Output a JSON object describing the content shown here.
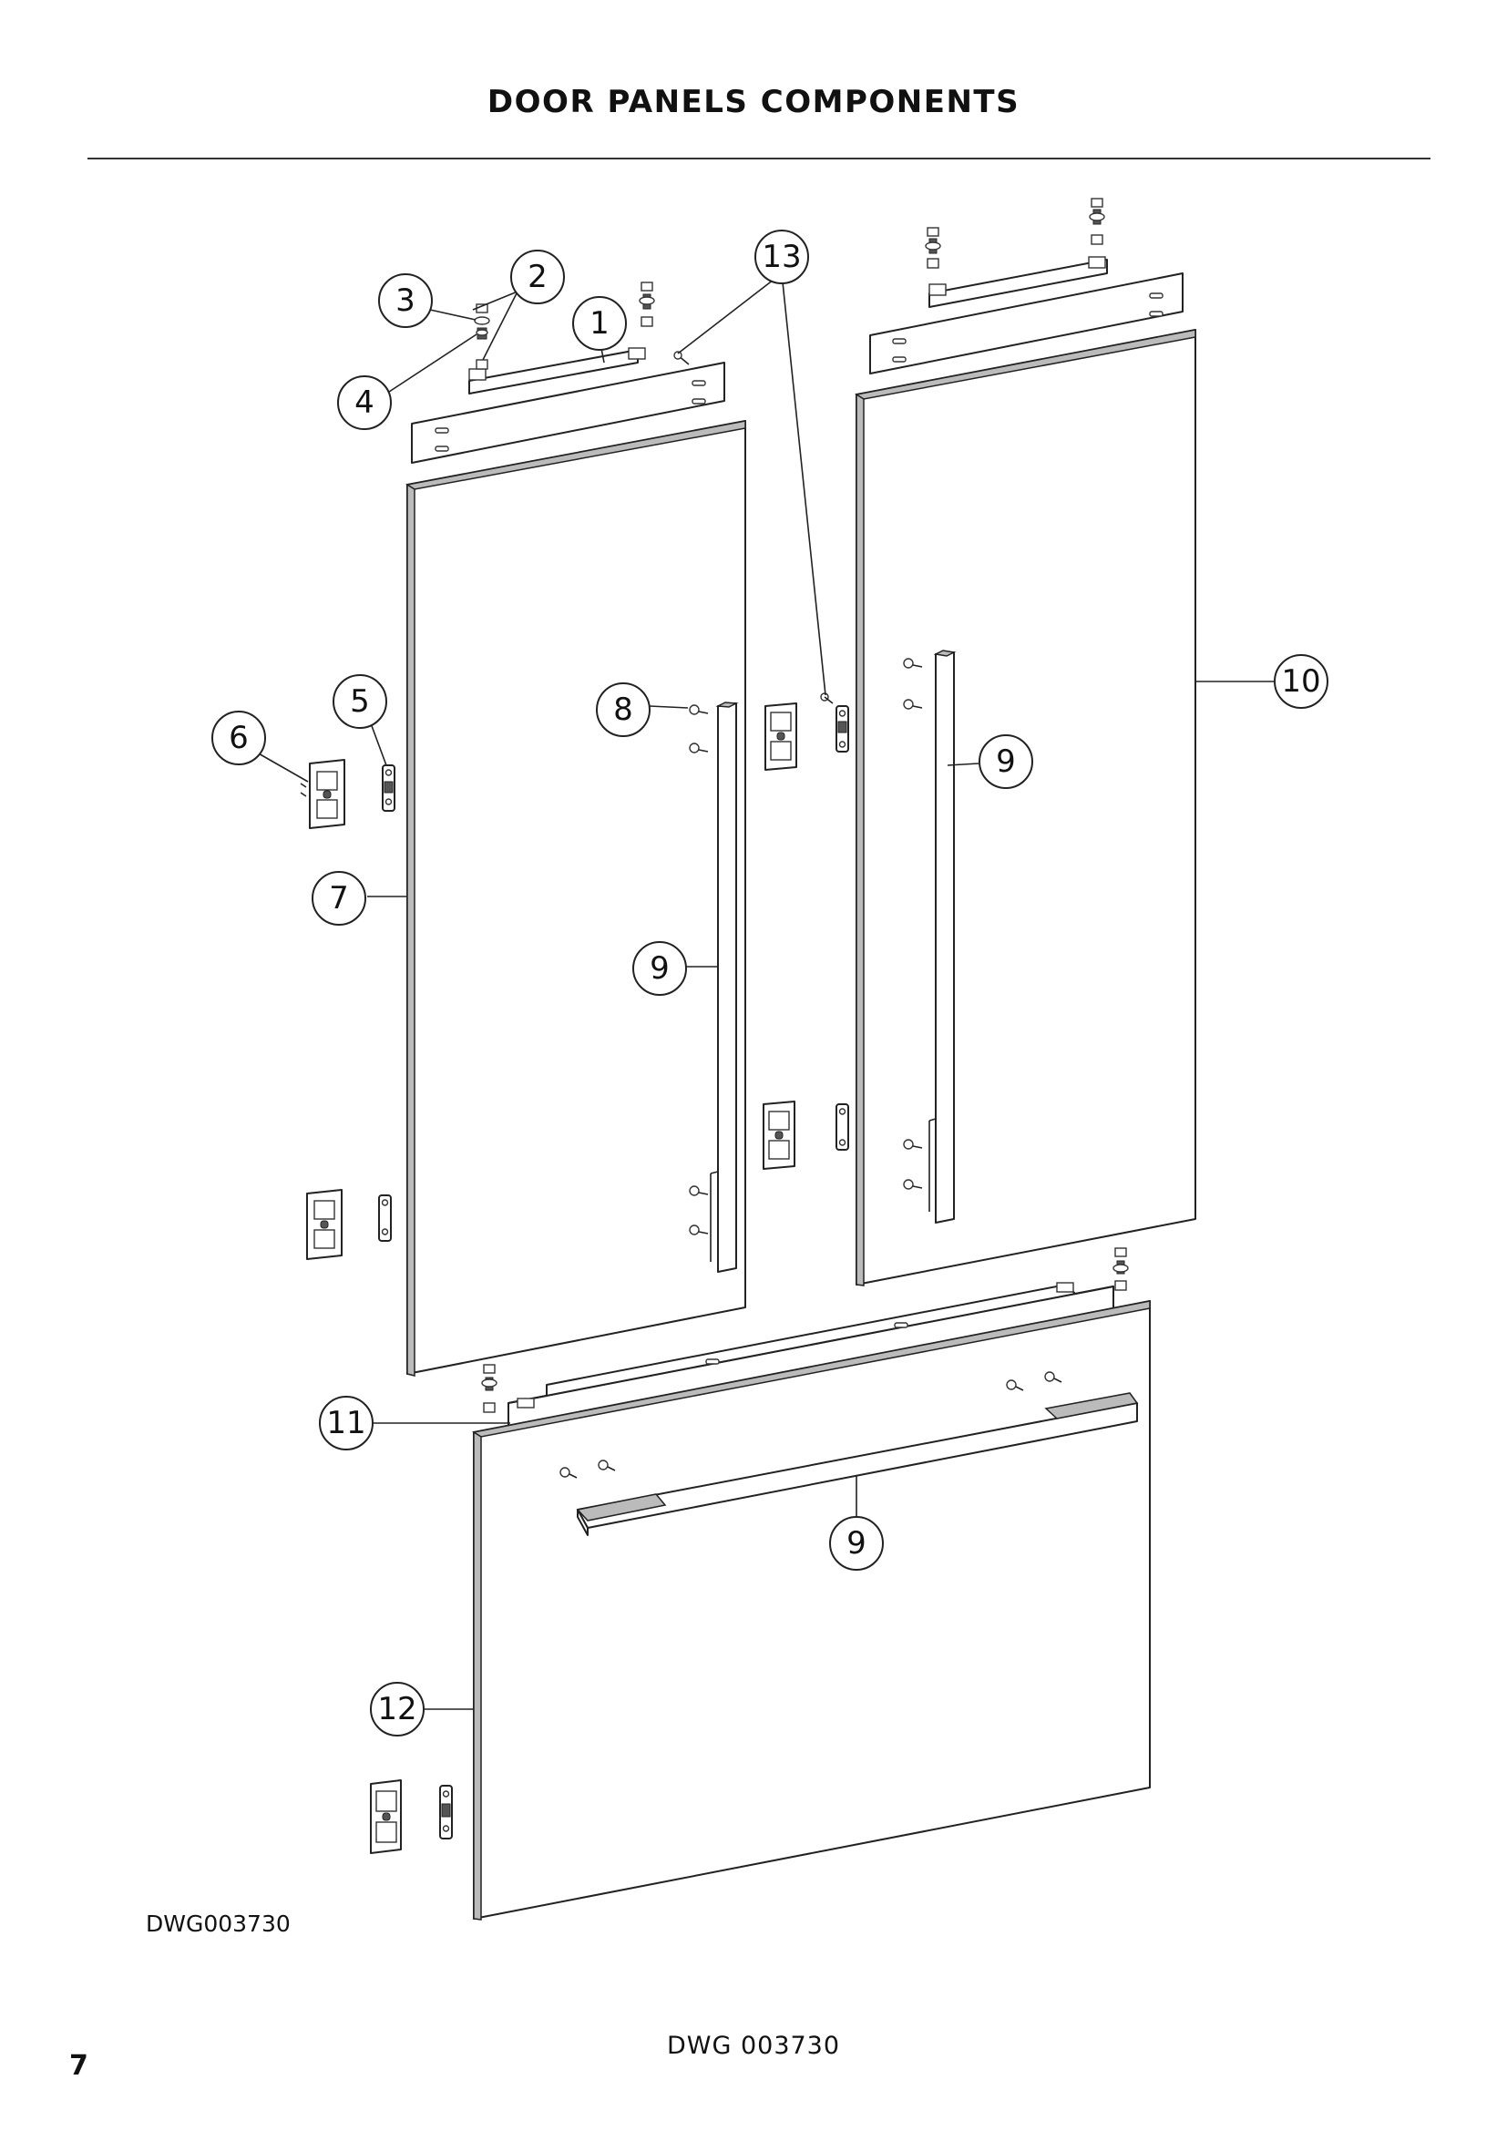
{
  "header": {
    "title": "DOOR PANELS COMPONENTS"
  },
  "callouts": {
    "c1": "1",
    "c2": "2",
    "c3": "3",
    "c4": "4",
    "c5": "5",
    "c6": "6",
    "c7": "7",
    "c8": "8",
    "c9a": "9",
    "c9b": "9",
    "c9c": "9",
    "c10": "10",
    "c11": "11",
    "c12": "12",
    "c13": "13"
  },
  "drawing_label": "DWG003730",
  "footer": {
    "drawing_number": "DWG 003730",
    "page_number": "7"
  }
}
